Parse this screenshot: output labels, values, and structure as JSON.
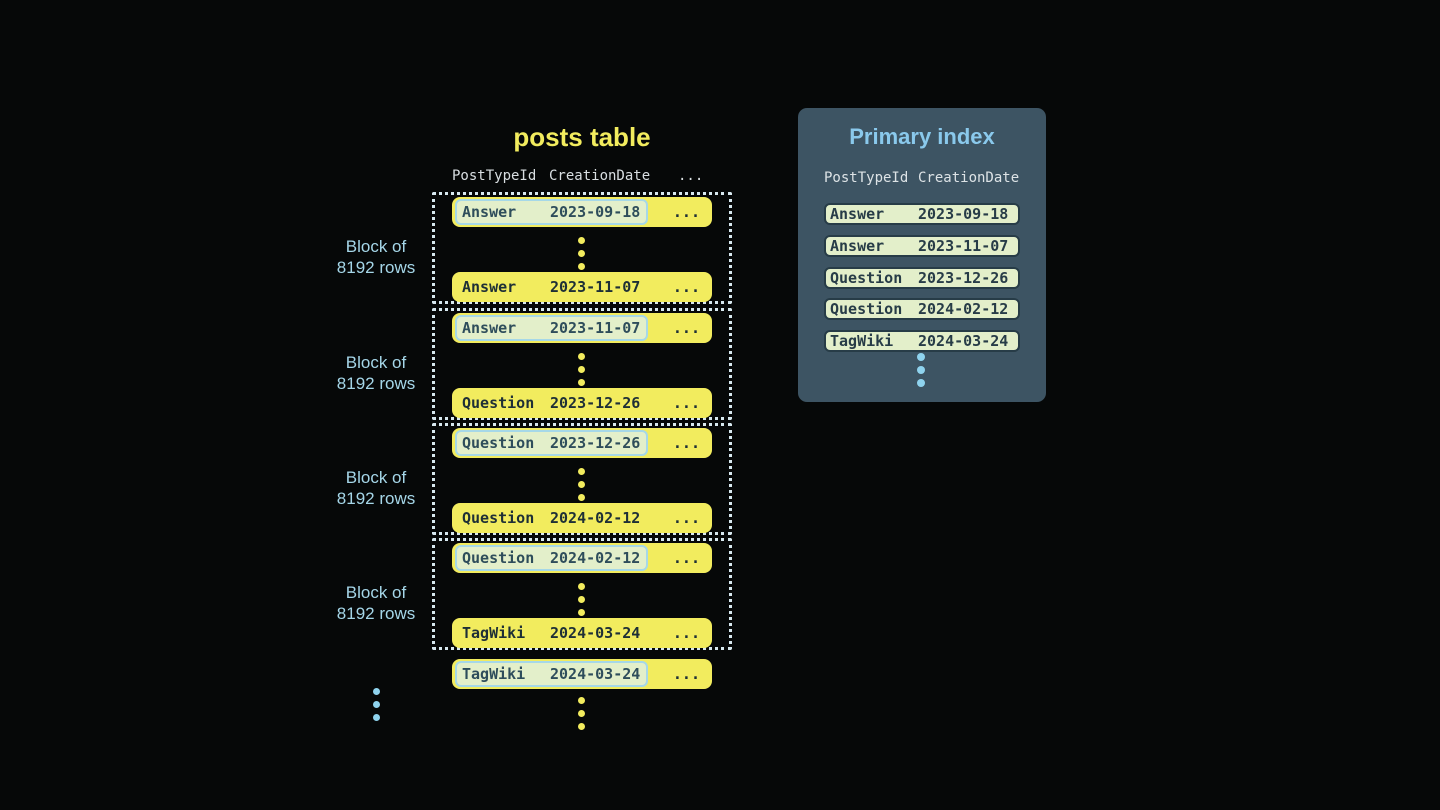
{
  "posts_table": {
    "title": "posts table",
    "columns": {
      "c1": "PostTypeId",
      "c2": "CreationDate",
      "c3": "..."
    },
    "block_label": {
      "line1": "Block of",
      "line2": "8192 rows"
    },
    "row_more": "...",
    "blocks": [
      {
        "first": {
          "type": "Answer",
          "date": "2023-09-18"
        },
        "last": {
          "type": "Answer",
          "date": "2023-11-07"
        }
      },
      {
        "first": {
          "type": "Answer",
          "date": "2023-11-07"
        },
        "last": {
          "type": "Question",
          "date": "2023-12-26"
        }
      },
      {
        "first": {
          "type": "Question",
          "date": "2023-12-26"
        },
        "last": {
          "type": "Question",
          "date": "2024-02-12"
        }
      },
      {
        "first": {
          "type": "Question",
          "date": "2024-02-12"
        },
        "last": {
          "type": "TagWiki",
          "date": "2024-03-24"
        }
      }
    ],
    "tail_row": {
      "type": "TagWiki",
      "date": "2024-03-24"
    }
  },
  "primary_index": {
    "title": "Primary index",
    "columns": {
      "c1": "PostTypeId",
      "c2": "CreationDate"
    },
    "rows": [
      {
        "type": "Answer",
        "date": "2023-09-18"
      },
      {
        "type": "Answer",
        "date": "2023-11-07"
      },
      {
        "type": "Question",
        "date": "2023-12-26"
      },
      {
        "type": "Question",
        "date": "2024-02-12"
      },
      {
        "type": "TagWiki",
        "date": "2024-03-24"
      }
    ]
  },
  "colors": {
    "background": "#060808",
    "row_yellow": "#f2ec5e",
    "row_text": "#1e2f36",
    "highlight_bg": "#e3efca",
    "highlight_border": "#a6d8e8",
    "dotted_block_border": "#d7e8ef",
    "light_blue_text": "#a5d6e8",
    "panel_bg": "#3d5463",
    "panel_title": "#8ac9ec",
    "index_row_bg": "#e3efca",
    "index_row_border": "#273c47",
    "blue_dots": "#8fd3ee"
  }
}
